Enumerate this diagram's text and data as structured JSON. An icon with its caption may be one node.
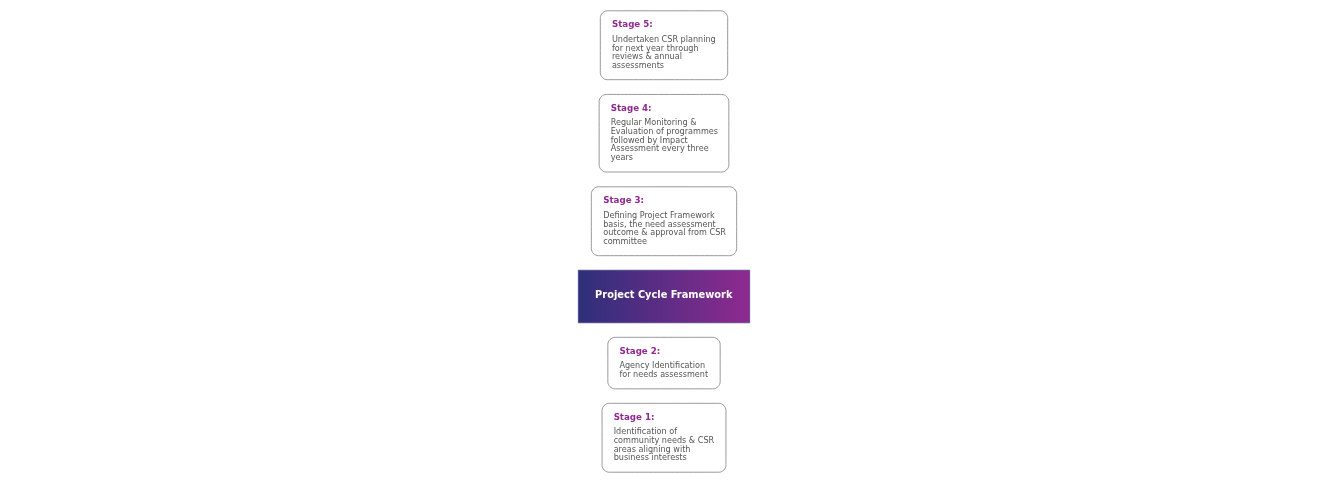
{
  "diagram": {
    "nodes": [
      {
        "text": [
          "Project Cycle Framework"
        ]
      },
      {
        "text": [
          "Stage 1:",
          "Identification of community needs & CSR areas aligning with business interests"
        ]
      },
      {
        "text": [
          "Stage 2:",
          "Agency Identification for needs assessment"
        ]
      },
      {
        "text": [
          "Stage 3:",
          "Defining Project Framework basis, the need assessment outcome & approval from CSR committee"
        ]
      },
      {
        "text": [
          "Stage 4:",
          "Regular Monitoring & Evaluation of programmes followed by Impact Assessment every three years"
        ]
      },
      {
        "text": [
          "Stage 5:",
          "Undertaken CSR planning for next year through reviews & annual assessments"
        ]
      }
    ],
    "edges": []
  }
}
